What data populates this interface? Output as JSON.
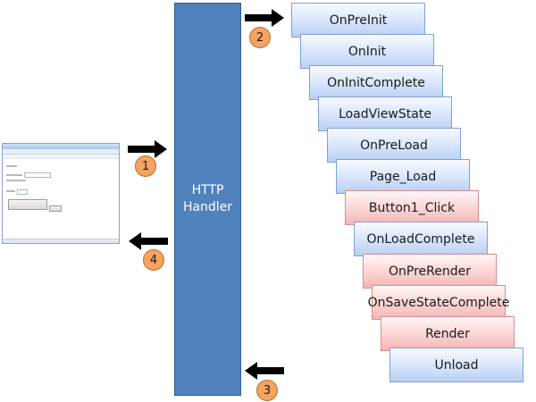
{
  "handler": {
    "label": "HTTP\nHandler"
  },
  "stages": [
    {
      "label": "OnPreInit",
      "kind": "page"
    },
    {
      "label": "OnInit",
      "kind": "page"
    },
    {
      "label": "OnInitComplete",
      "kind": "page"
    },
    {
      "label": "LoadViewState",
      "kind": "page"
    },
    {
      "label": "OnPreLoad",
      "kind": "page"
    },
    {
      "label": "Page_Load",
      "kind": "page"
    },
    {
      "label": "Button1_Click",
      "kind": "user"
    },
    {
      "label": "OnLoadComplete",
      "kind": "page"
    },
    {
      "label": "OnPreRender",
      "kind": "user"
    },
    {
      "label": "OnSaveStateComplete",
      "kind": "user"
    },
    {
      "label": "Render",
      "kind": "user"
    },
    {
      "label": "Unload",
      "kind": "page"
    }
  ],
  "steps": [
    "1",
    "2",
    "3",
    "4"
  ],
  "colors": {
    "handler": "#4f81bd",
    "page_stage": "#c6d9f7",
    "user_stage": "#f8c8c8",
    "step_marker": "#f4a460",
    "arrow": "#000000"
  }
}
